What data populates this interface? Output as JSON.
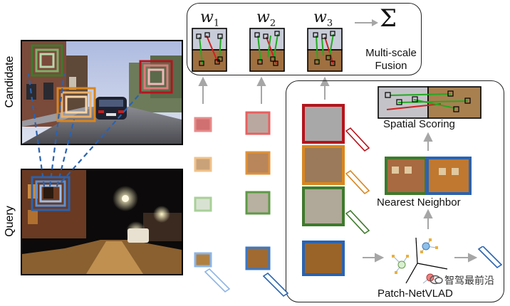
{
  "labels": {
    "candidate": "Candidate",
    "query": "Query",
    "w1": "w",
    "w1_sub": "1",
    "w2": "w",
    "w2_sub": "2",
    "w3": "w",
    "w3_sub": "3",
    "sigma": "Σ",
    "multiscale_line1": "Multi-scale",
    "multiscale_line2": "Fusion",
    "spatial_scoring": "Spatial Scoring",
    "nearest_neighbor": "Nearest Neighbor",
    "patch_netvlad": "Patch-NetVLAD",
    "watermark": "智驾最前沿"
  },
  "colors": {
    "red": "#b5141c",
    "orange": "#d9861f",
    "green": "#3e7a2c",
    "blue": "#2a63b0",
    "light_red": "#e88a8a",
    "light_orange": "#f0c28a",
    "light_green": "#a8d098",
    "light_blue": "#8db4e6",
    "arrow_gray": "#a6a6a6"
  },
  "icons": [
    "feature-map-bar-icon",
    "netvlad-cluster-icon",
    "arrow-icon",
    "wechat-logo-icon"
  ]
}
